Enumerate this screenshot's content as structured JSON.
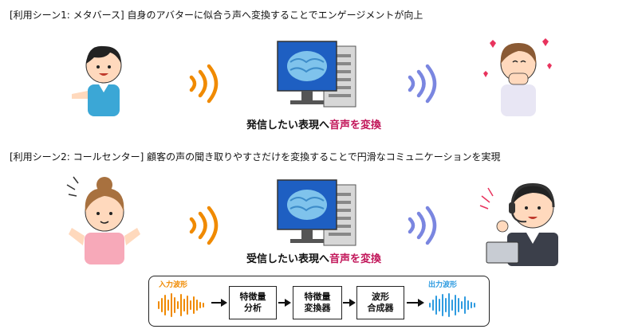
{
  "scene1": {
    "title": "[利用シーン1: メタバース] 自身のアバターに似合う声へ変換することでエンゲージメントが向上",
    "caption_prefix": "発信したい表現へ",
    "caption_highlight": "音声を変換"
  },
  "scene2": {
    "title": "[利用シーン2: コールセンター] 顧客の声の聞き取りやすさだけを変換することで円滑なコミュニケーションを実現",
    "caption_prefix": "受信したい表現へ",
    "caption_highlight": "音声を変換"
  },
  "pipeline": {
    "input_label": "入力波形",
    "output_label": "出力波形",
    "stage1": [
      "特徴量",
      "分析"
    ],
    "stage2": [
      "特徴量",
      "変換器"
    ],
    "stage3": [
      "波形",
      "合成器"
    ]
  },
  "colors": {
    "highlight": "#c2185b",
    "input_wave": "#f08a00",
    "output_wave": "#2e9be0"
  }
}
